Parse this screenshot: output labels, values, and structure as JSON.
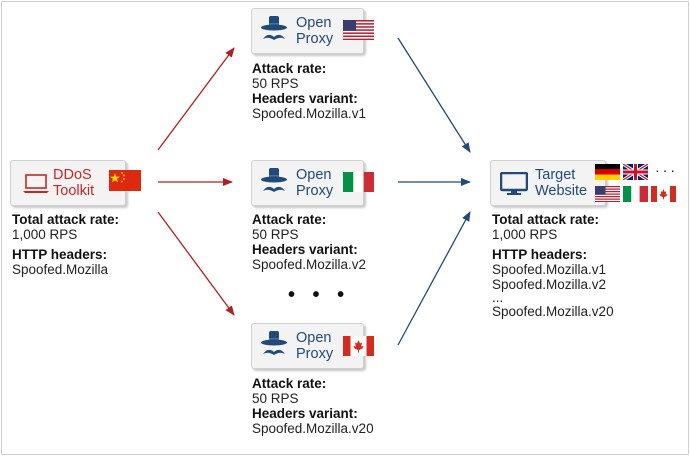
{
  "source": {
    "label_line1": "DDoS",
    "label_line2": "Toolkit",
    "rate_header": "Total attack rate:",
    "rate_value": "1,000 RPS",
    "headers_header": "HTTP headers:",
    "headers_value": "Spoofed.Mozilla"
  },
  "proxies": [
    {
      "label_line1": "Open",
      "label_line2": "Proxy",
      "rate_header": "Attack rate:",
      "rate_value": "50 RPS",
      "variant_header": "Headers variant:",
      "variant_value": "Spoofed.Mozilla.v1"
    },
    {
      "label_line1": "Open",
      "label_line2": "Proxy",
      "rate_header": "Attack rate:",
      "rate_value": "50 RPS",
      "variant_header": "Headers variant:",
      "variant_value": "Spoofed.Mozilla.v2"
    },
    {
      "label_line1": "Open",
      "label_line2": "Proxy",
      "rate_header": "Attack rate:",
      "rate_value": "50 RPS",
      "variant_header": "Headers variant:",
      "variant_value": "Spoofed.Mozilla.v20"
    }
  ],
  "proxy_ellipsis": "• • •",
  "target": {
    "label_line1": "Target",
    "label_line2": "Website",
    "rate_header": "Total attack rate:",
    "rate_value": "1,000 RPS",
    "headers_header": "HTTP headers:",
    "headers_list": [
      "Spoofed.Mozilla.v1",
      "Spoofed.Mozilla.v2",
      "...",
      "Spoofed.Mozilla.v20"
    ],
    "more_flags": "···"
  },
  "colors": {
    "source_red": "#c62828",
    "proxy_blue": "#1f4a7a",
    "arrow_red": "#b71c1c",
    "arrow_blue": "#1f4a7a"
  },
  "icons": {
    "source": "laptop-icon",
    "proxy": "spy-hat-mustache-icon",
    "target": "monitor-icon"
  }
}
